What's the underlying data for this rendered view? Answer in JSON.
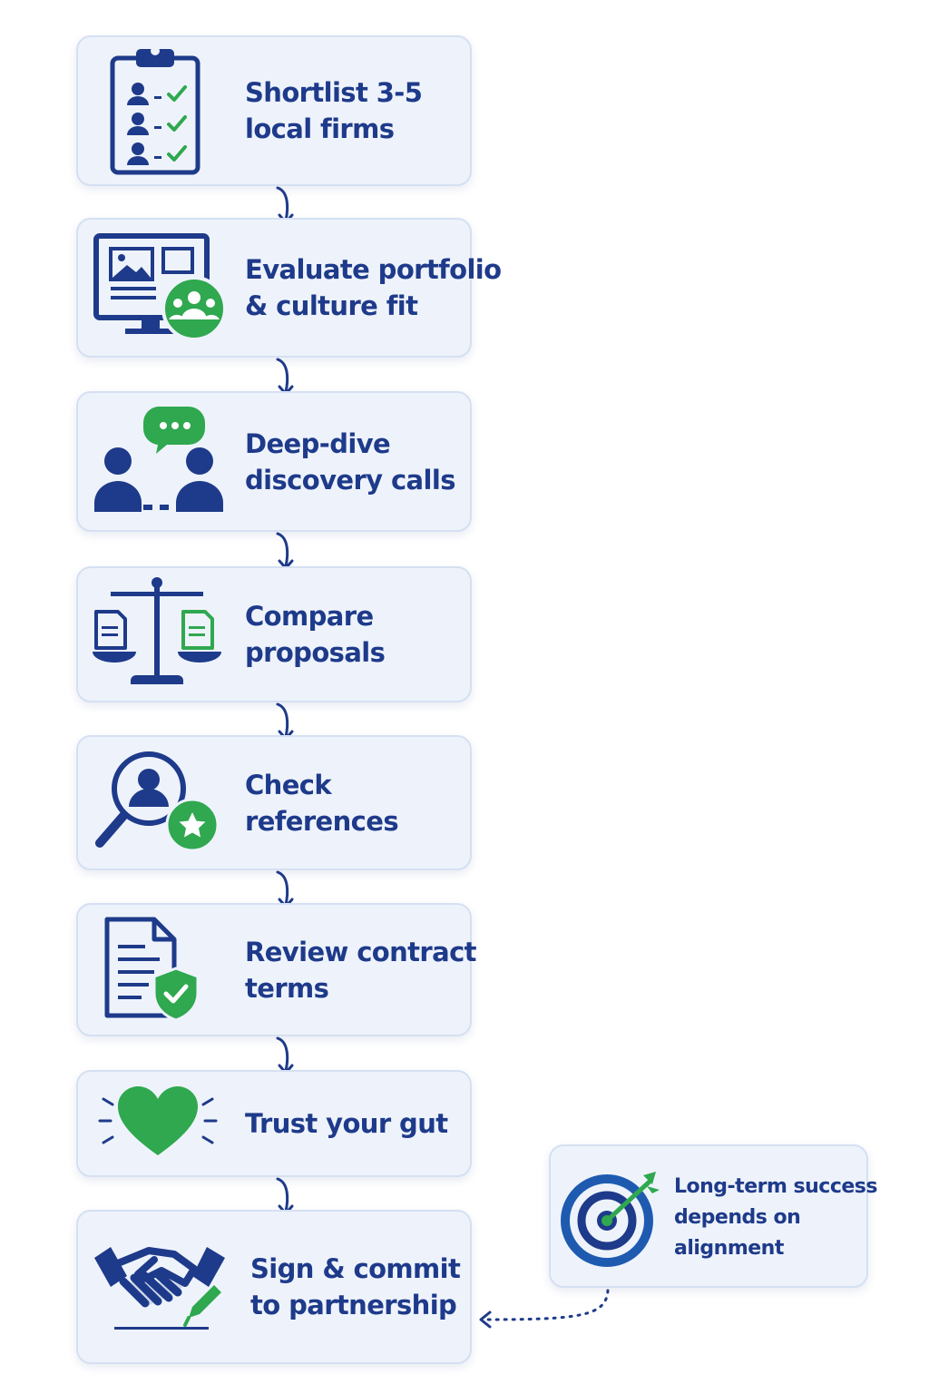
{
  "colors": {
    "navy": "#1e3a8a",
    "green": "#2fa84f",
    "card": "#eef3fb",
    "border": "#d5e0f2"
  },
  "steps": [
    {
      "lines": [
        "Shortlist 3-5",
        "local firms"
      ],
      "icon": "clipboard-checklist-icon"
    },
    {
      "lines": [
        "Evaluate portfolio",
        "& culture fit"
      ],
      "icon": "monitor-portfolio-icon"
    },
    {
      "lines": [
        "Deep-dive",
        "discovery calls"
      ],
      "icon": "conversation-icon"
    },
    {
      "lines": [
        "Compare",
        "proposals"
      ],
      "icon": "scales-icon"
    },
    {
      "lines": [
        "Check",
        "references"
      ],
      "icon": "search-person-icon"
    },
    {
      "lines": [
        "Review contract",
        "terms"
      ],
      "icon": "contract-shield-icon"
    },
    {
      "lines": [
        "Trust your gut"
      ],
      "icon": "heart-icon"
    },
    {
      "lines": [
        "Sign & commit",
        "to partnership"
      ],
      "icon": "handshake-icon"
    }
  ],
  "note": {
    "lines": [
      "Long-term success",
      "depends on",
      "alignment"
    ],
    "icon": "target-icon"
  }
}
